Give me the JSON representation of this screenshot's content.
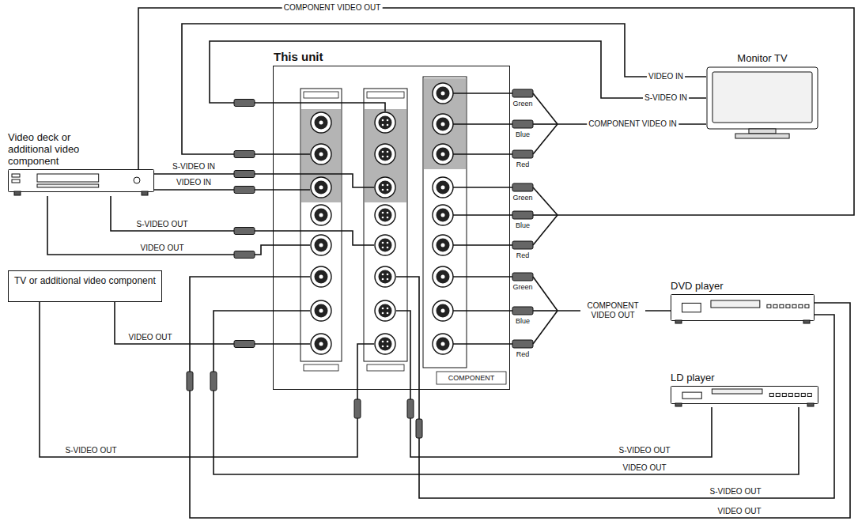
{
  "diagram": {
    "nodes": [
      {
        "text": [
          "This unit"
        ]
      },
      {
        "text": [
          "Monitor TV"
        ]
      },
      {
        "text": [
          "Video deck or additional video component"
        ]
      },
      {
        "text": [
          "TV or additional video component"
        ]
      },
      {
        "text": [
          "DVD player"
        ]
      },
      {
        "text": [
          "LD player"
        ]
      }
    ],
    "edges": [
      {
        "from": 2,
        "to": 0,
        "arrow": "none",
        "label": "COMPONENT VIDEO OUT"
      },
      {
        "from": 0,
        "to": 1,
        "arrow": "none",
        "label": "VIDEO IN"
      },
      {
        "from": 0,
        "to": 1,
        "arrow": "none",
        "label": "S-VIDEO IN"
      },
      {
        "from": 0,
        "to": 1,
        "arrow": "none",
        "label": "COMPONENT VIDEO IN"
      },
      {
        "from": 0,
        "to": 2,
        "arrow": "none",
        "label": "S-VIDEO IN"
      },
      {
        "from": 0,
        "to": 2,
        "arrow": "none",
        "label": "VIDEO IN"
      },
      {
        "from": 2,
        "to": 0,
        "arrow": "none",
        "label": "S-VIDEO OUT"
      },
      {
        "from": 2,
        "to": 0,
        "arrow": "none",
        "label": "VIDEO OUT"
      },
      {
        "from": 3,
        "to": 0,
        "arrow": "none",
        "label": "VIDEO OUT"
      },
      {
        "from": 3,
        "to": 0,
        "arrow": "none",
        "label": "S-VIDEO OUT"
      },
      {
        "from": 4,
        "to": 0,
        "arrow": "none",
        "label": "COMPONENT VIDEO OUT"
      },
      {
        "from": 5,
        "to": 0,
        "arrow": "none",
        "label": "S-VIDEO OUT"
      },
      {
        "from": 5,
        "to": 0,
        "arrow": "none",
        "label": "VIDEO OUT"
      },
      {
        "from": 4,
        "to": 0,
        "arrow": "none",
        "label": "S-VIDEO OUT"
      },
      {
        "from": 4,
        "to": 0,
        "arrow": "none",
        "label": "VIDEO OUT"
      }
    ],
    "labels": [
      "Green",
      "Blue",
      "Red",
      "Green",
      "Blue",
      "Red",
      "Green",
      "Blue",
      "Red",
      "COMPONENT"
    ]
  }
}
